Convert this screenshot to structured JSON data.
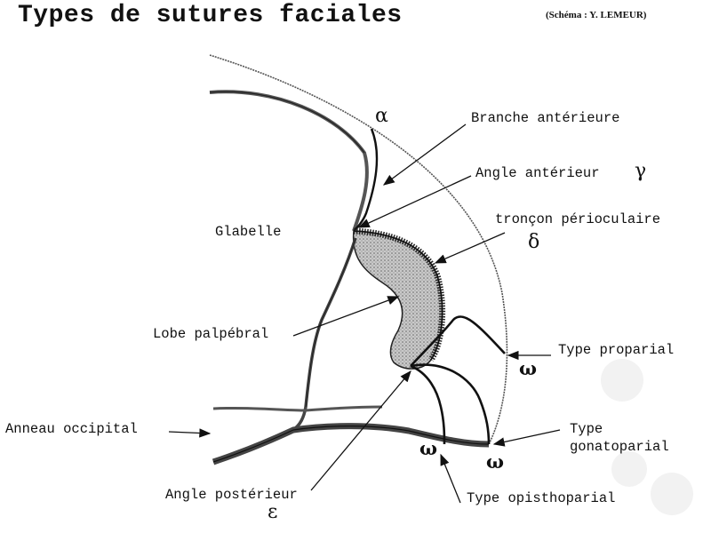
{
  "title": "Types de sutures faciales",
  "credit": "(Schéma : Y. LEMEUR)",
  "labels": {
    "glabelle": "Glabelle",
    "branche_anterieure": "Branche antérieure",
    "angle_anterieur": "Angle antérieur",
    "troncon_periocculaire": "tronçon périoculaire",
    "lobe_palpebral": "Lobe palpébral",
    "type_proparial": "Type proparial",
    "anneau_occipital": "Anneau occipital",
    "type_gonatoparial_line1": "Type",
    "type_gonatoparial_line2": "gonatoparial",
    "angle_posterieur": "Angle postérieur",
    "type_opisthoparial": "Type opisthoparial"
  },
  "symbols": {
    "alpha": "α",
    "gamma": "γ",
    "delta": "δ",
    "omega_proparial": "ω",
    "omega_opisthoparial": "ω",
    "omega_gonatoparial": "ω",
    "epsilon": "ε"
  }
}
